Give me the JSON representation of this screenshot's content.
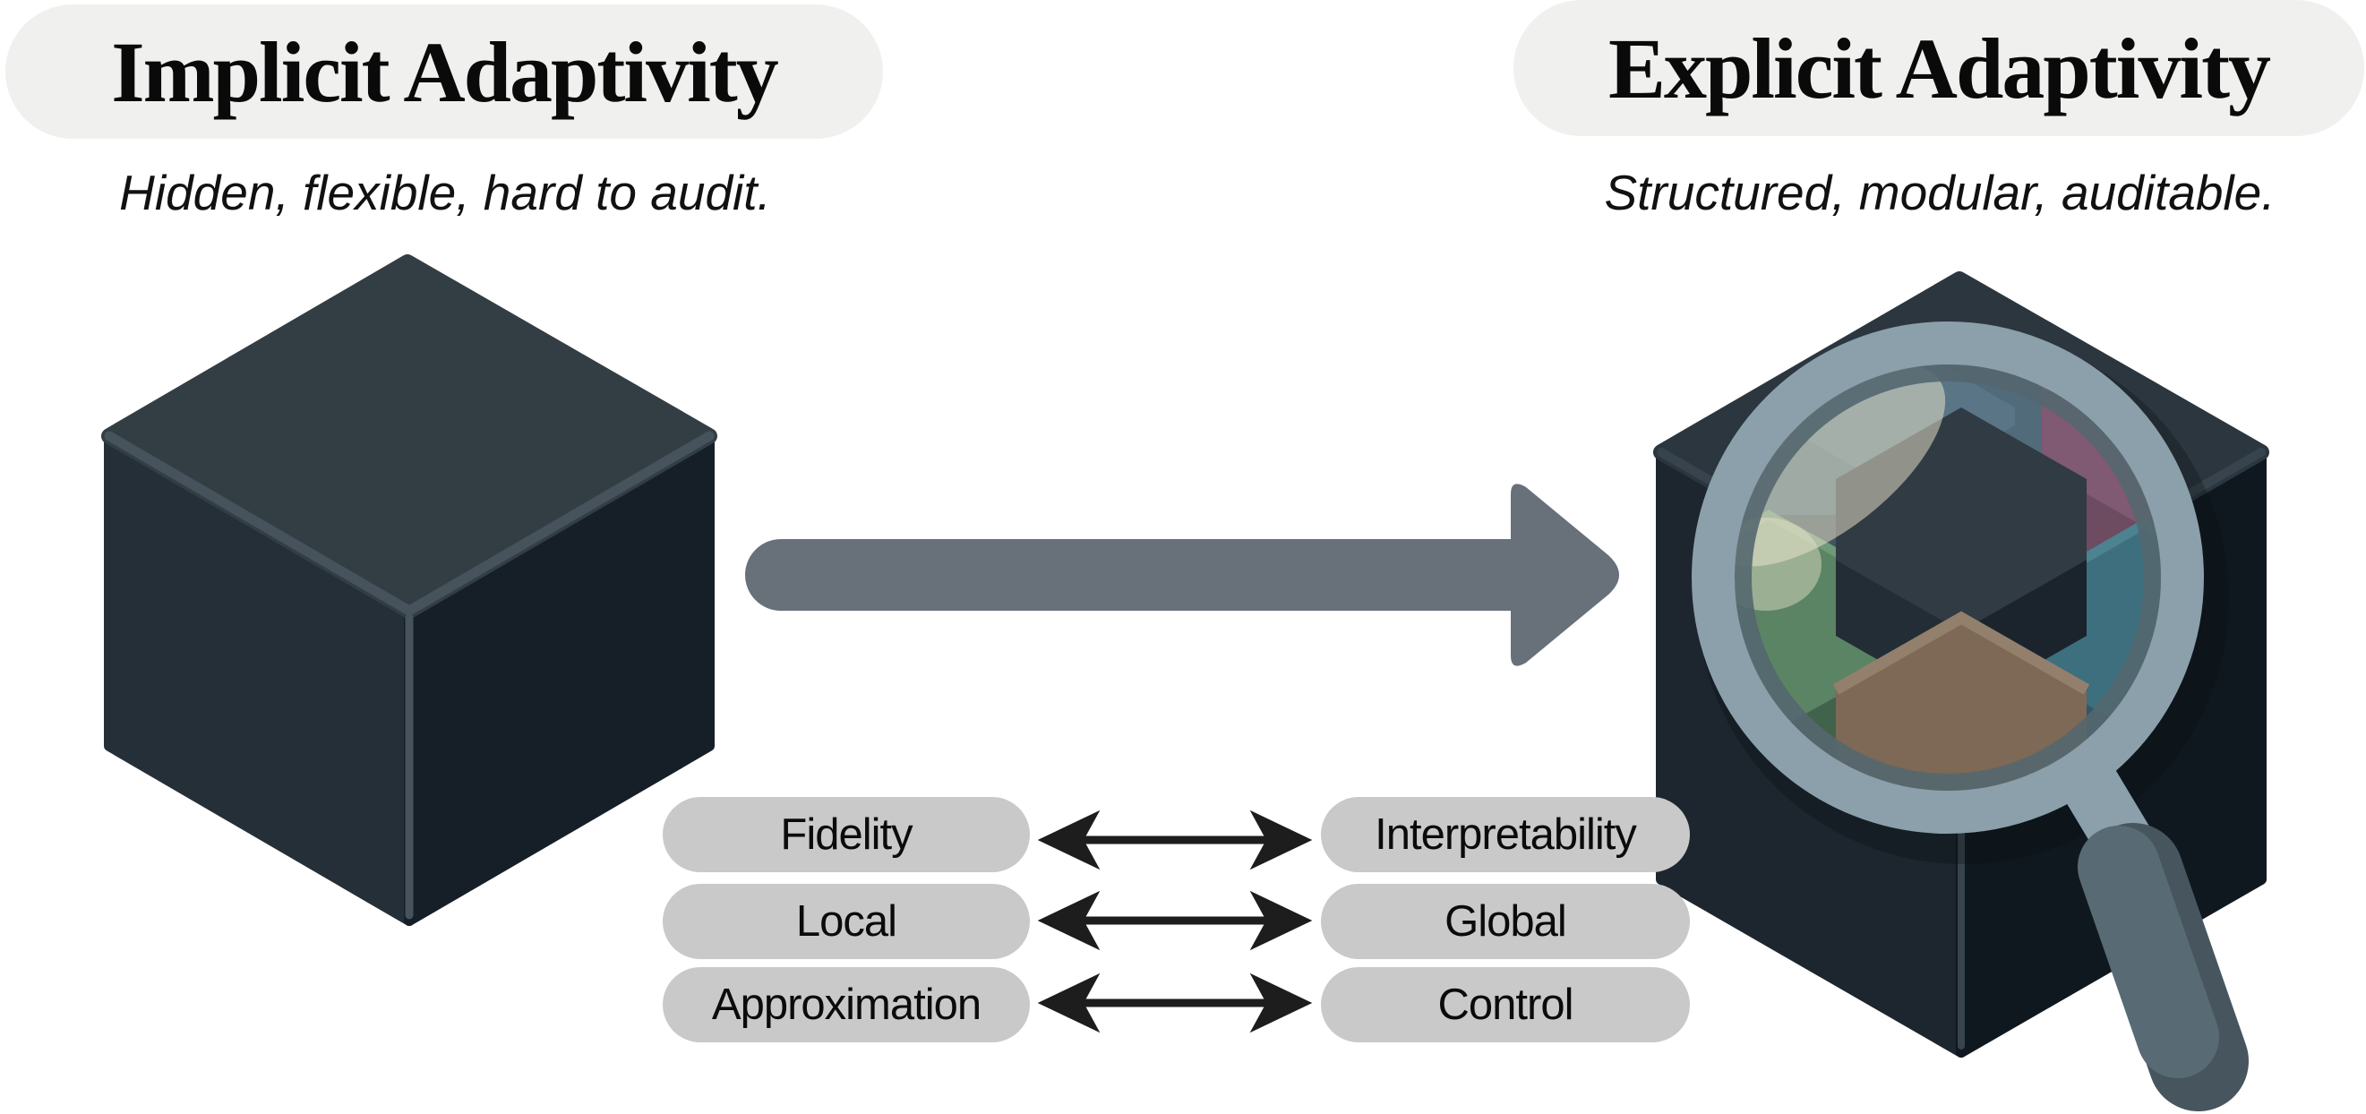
{
  "figure": {
    "left_panel": {
      "title": "Implicit Adaptivity",
      "subtitle": "Hidden, flexible, hard to audit.",
      "icon": "black-box-cube-icon"
    },
    "right_panel": {
      "title": "Explicit Adaptivity",
      "subtitle": "Structured, modular, auditable.",
      "icon": "magnifier-modular-cube-icon"
    },
    "transition": {
      "icon": "right-arrow-icon"
    },
    "tradeoffs": [
      {
        "left": "Fidelity",
        "right": "Interpretability"
      },
      {
        "left": "Local",
        "right": "Global"
      },
      {
        "left": "Approximation",
        "right": "Control"
      }
    ],
    "colors": {
      "title_pill_bg": "#f0f0ef",
      "tradeoff_pill_bg": "#c9c9c9",
      "transition_arrow": "#68707a",
      "tradeoff_arrow": "#1d1d1d",
      "cube_top_face": "#333e44",
      "cube_left_face": "#252f38",
      "cube_right_face": "#161f27",
      "explicit_cube_top": "#2b363f",
      "explicit_cube_left": "#1d262e",
      "explicit_cube_right": "#10181f",
      "lens_rim": "#8ba0ab",
      "lens_glass": "#44545f",
      "lens_glare": "#e9e5cc",
      "hex_green": "#5b8465",
      "hex_brown": "#7e6856",
      "hex_teal": "#3e6f7e",
      "hex_purple": "#805972",
      "hex_dark": "#303b44",
      "handle_light": "#586a73",
      "handle_dark": "#46555e"
    }
  }
}
